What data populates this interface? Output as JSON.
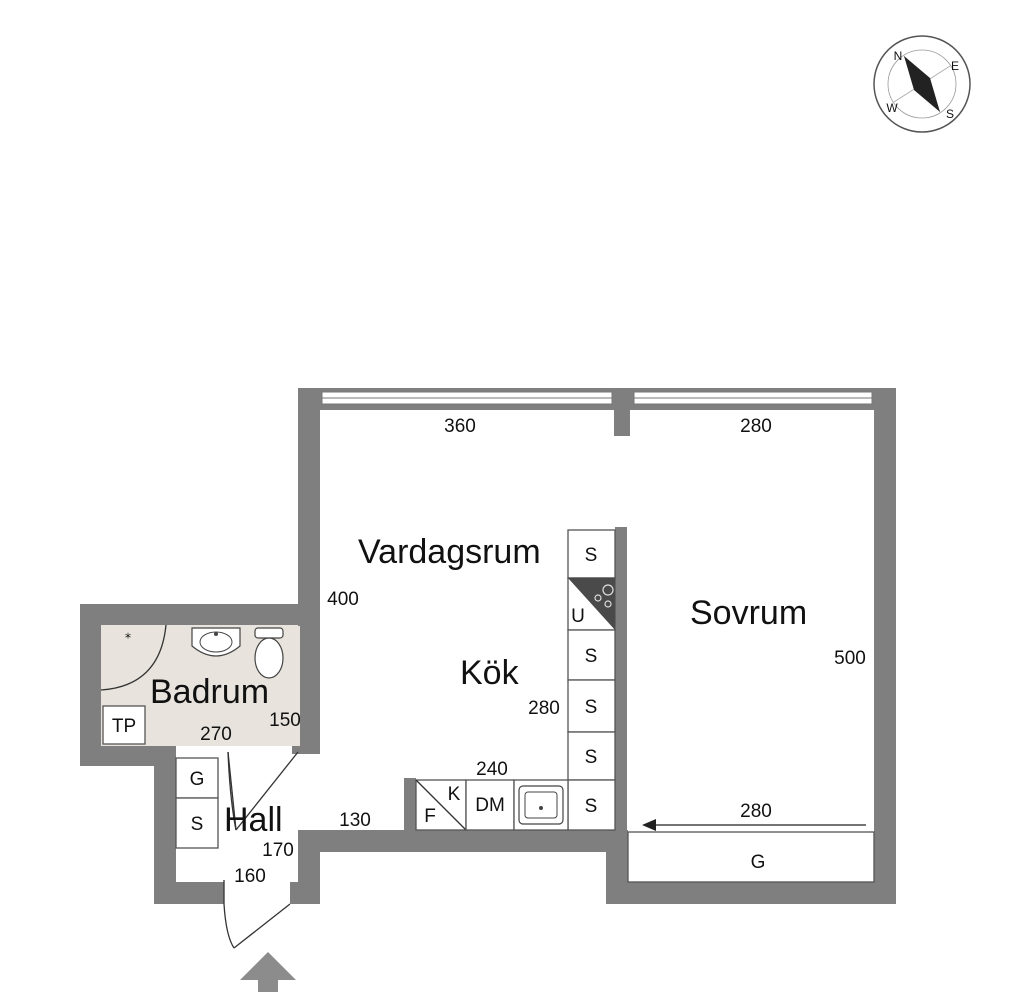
{
  "rooms": {
    "vardagsrum": "Vardagsrum",
    "sovrum": "Sovrum",
    "kok": "Kök",
    "badrum": "Badrum",
    "hall": "Hall"
  },
  "dimensions": {
    "living_width": "360",
    "bedroom_width": "280",
    "living_depth": "400",
    "bedroom_depth": "500",
    "kitchen_length": "280",
    "kitchen_counter": "240",
    "bath_width": "270",
    "bath_depth": "150",
    "hall_opening": "130",
    "hall_depth": "170",
    "hall_width": "160",
    "wardrobe_width": "280"
  },
  "fixtures": {
    "cabinet_s": "S",
    "cabinet_u": "U",
    "cabinet_f": "F",
    "cabinet_k": "K",
    "dishwasher": "DM",
    "laundry": "TP",
    "wardrobe_g": "G"
  },
  "compass": {
    "n": "N",
    "e": "E",
    "s": "S",
    "w": "W"
  },
  "colors": {
    "wall": "#7f7f7f",
    "bathroom_floor": "#e8e4dd",
    "hob": "#4a4a4a"
  }
}
